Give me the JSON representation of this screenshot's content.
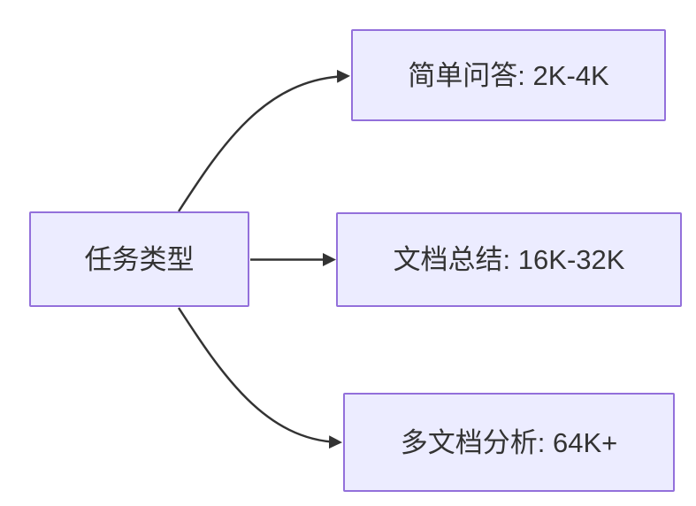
{
  "diagram": {
    "type": "flowchart",
    "direction": "left-to-right",
    "background_color": "#FFFFFF",
    "node_fill_color": "#ECECFF",
    "node_border_color": "#9370DB",
    "text_color": "#333333",
    "arrow_color": "#333333",
    "nodes": [
      {
        "id": "task-type",
        "label": "任务类型"
      },
      {
        "id": "simple-qa",
        "label": "简单问答: 2K-4K"
      },
      {
        "id": "doc-summary",
        "label": "文档总结: 16K-32K"
      },
      {
        "id": "multi-doc",
        "label": "多文档分析: 64K+"
      }
    ],
    "edges": [
      {
        "from": "task-type",
        "to": "simple-qa",
        "style": "curved-up"
      },
      {
        "from": "task-type",
        "to": "doc-summary",
        "style": "straight"
      },
      {
        "from": "task-type",
        "to": "multi-doc",
        "style": "curved-down"
      }
    ]
  }
}
